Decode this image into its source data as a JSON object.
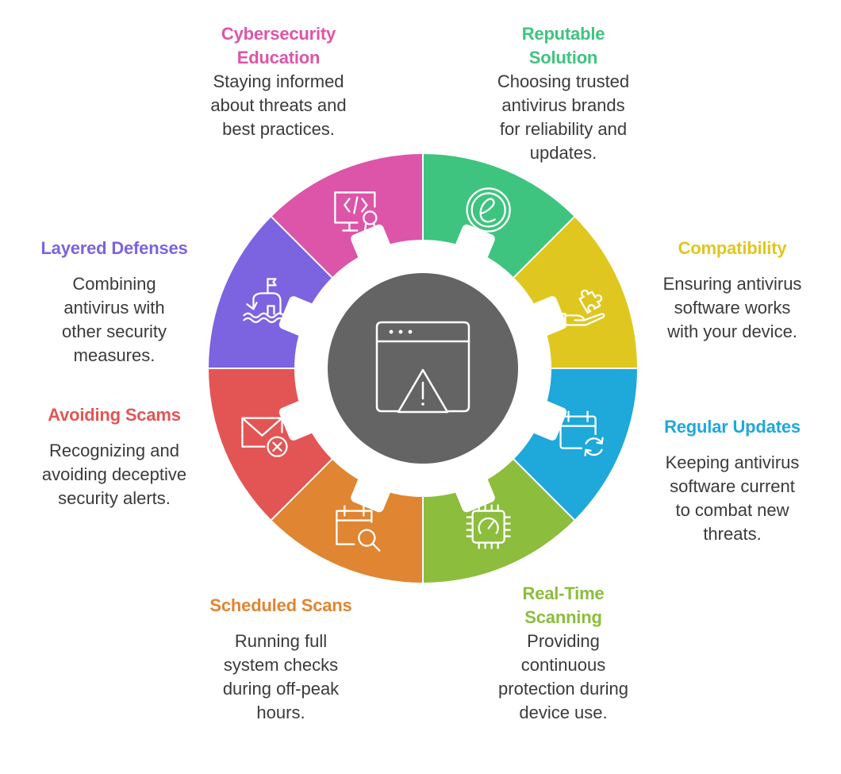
{
  "center": {
    "icon": "browser-warning-icon",
    "color": "#646464"
  },
  "segments": [
    {
      "id": "reputable-solution",
      "icon": "e-badge-icon",
      "color": "#3ec47f",
      "title": [
        "Reputable",
        "Solution"
      ],
      "desc": [
        "Choosing trusted",
        "antivirus brands",
        "for reliability and",
        "updates."
      ]
    },
    {
      "id": "compatibility",
      "icon": "puzzle-hand-icon",
      "color": "#dfc71f",
      "title": [
        "Compatibility"
      ],
      "desc": [
        "Ensuring antivirus",
        "software works",
        "with your device."
      ]
    },
    {
      "id": "regular-updates",
      "icon": "calendar-sync-icon",
      "color": "#1fa8da",
      "title": [
        "Regular Updates"
      ],
      "desc": [
        "Keeping antivirus",
        "software current",
        "to combat new",
        "threats."
      ]
    },
    {
      "id": "real-time-scanning",
      "icon": "chip-gauge-icon",
      "color": "#8cbd3c",
      "title": [
        "Real-Time",
        "Scanning"
      ],
      "desc": [
        "Providing",
        "continuous",
        "protection during",
        "device use."
      ]
    },
    {
      "id": "scheduled-scans",
      "icon": "calendar-search-icon",
      "color": "#e08531",
      "title": [
        "Scheduled Scans"
      ],
      "desc": [
        "Running full",
        "system checks",
        "during off-peak",
        "hours."
      ]
    },
    {
      "id": "avoiding-scams",
      "icon": "mail-cancel-icon",
      "color": "#e35554",
      "title": [
        "Avoiding Scams"
      ],
      "desc": [
        "Recognizing and",
        "avoiding deceptive",
        "security alerts."
      ]
    },
    {
      "id": "layered-defenses",
      "icon": "castle-icon",
      "color": "#7c63e0",
      "title": [
        "Layered Defenses"
      ],
      "desc": [
        "Combining",
        "antivirus with",
        "other security",
        "measures."
      ]
    },
    {
      "id": "cybersecurity-education",
      "icon": "code-certificate-icon",
      "color": "#dc55a9",
      "title": [
        "Cybersecurity",
        "Education"
      ],
      "desc": [
        "Staying informed",
        "about threats and",
        "best practices."
      ]
    }
  ]
}
